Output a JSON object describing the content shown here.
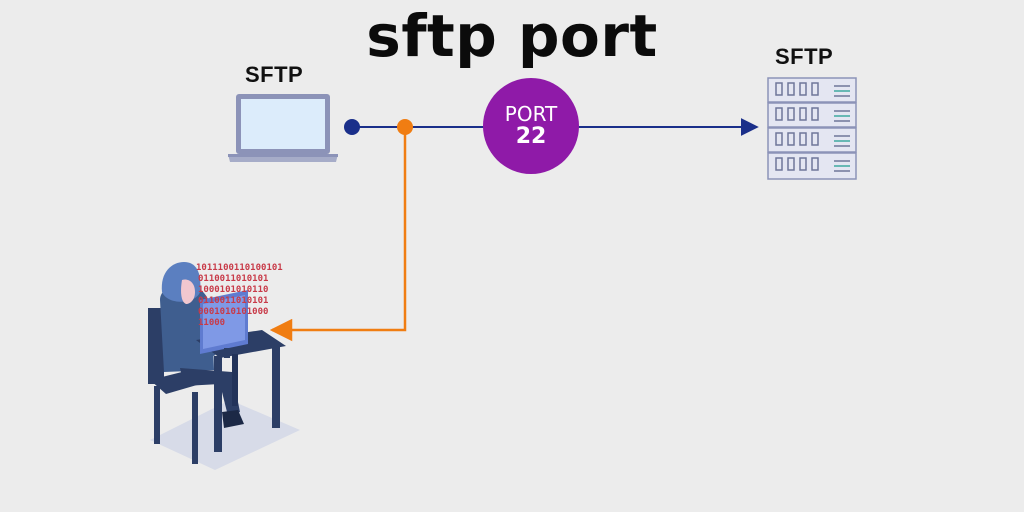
{
  "title": "sftp port",
  "client": {
    "label": "SFTP",
    "icon": "laptop-icon"
  },
  "server": {
    "label": "SFTP",
    "icon": "server-rack-icon"
  },
  "port": {
    "word": "PORT",
    "number": "22"
  },
  "attacker": {
    "icon": "hacker-at-desk-icon",
    "binary_lines": [
      "1011100110100101",
      "0110011010101",
      "1000101010110",
      "0110011010101",
      "0001010101000",
      "11000"
    ]
  },
  "colors": {
    "background": "#ececec",
    "connection": "#1a2f8a",
    "intercept": "#f07d12",
    "port_badge": "#8f1aa8",
    "binary_text": "#c83a48"
  }
}
